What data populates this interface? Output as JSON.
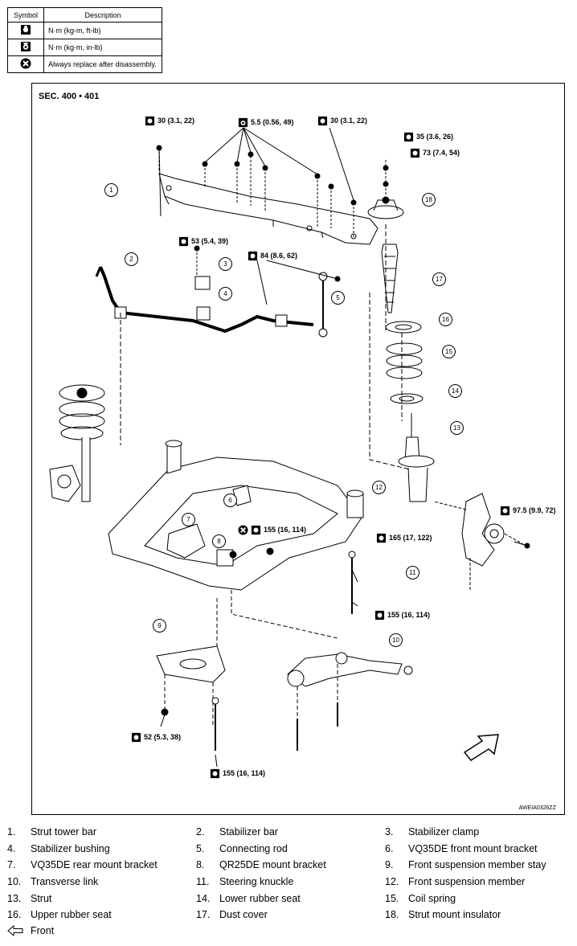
{
  "legend": {
    "header_symbol": "Symbol",
    "header_description": "Description",
    "rows": [
      {
        "icon": "torque-wrench-icon",
        "text": "N·m (kg-m, ft-lb)"
      },
      {
        "icon": "torque-wrench-inlb-icon",
        "text": "N·m (kg-m, in-lb)"
      },
      {
        "icon": "replace-x-icon",
        "text": "Always replace after disassembly."
      }
    ]
  },
  "figure": {
    "section": "SEC. 400 • 401",
    "code": "AWEIA0326ZZ",
    "torques": [
      "30 (3.1, 22)",
      "5.5 (0.56, 49)",
      "30 (3.1, 22)",
      "35 (3.6, 26)",
      "73 (7.4, 54)",
      "53 (5.4, 39)",
      "84 (8.6, 62)",
      "155 (16, 114)",
      "97.5 (9.9, 72)",
      "165 (17, 122)",
      "155 (16, 114)",
      "52 (5.3, 38)",
      "155 (16, 114)"
    ],
    "callouts": [
      "1",
      "2",
      "3",
      "4",
      "5",
      "6",
      "7",
      "8",
      "9",
      "10",
      "11",
      "12",
      "13",
      "14",
      "15",
      "16",
      "17",
      "18"
    ]
  },
  "parts": [
    {
      "n": "1.",
      "label": "Strut tower bar"
    },
    {
      "n": "2.",
      "label": "Stabilizer bar"
    },
    {
      "n": "3.",
      "label": "Stabilizer clamp"
    },
    {
      "n": "4.",
      "label": "Stabilizer bushing"
    },
    {
      "n": "5.",
      "label": "Connecting rod"
    },
    {
      "n": "6.",
      "label": "VQ35DE front mount bracket"
    },
    {
      "n": "7.",
      "label": "VQ35DE rear mount bracket"
    },
    {
      "n": "8.",
      "label": "QR25DE mount bracket"
    },
    {
      "n": "9.",
      "label": "Front suspension member stay"
    },
    {
      "n": "10.",
      "label": "Transverse link"
    },
    {
      "n": "11.",
      "label": "Steering knuckle"
    },
    {
      "n": "12.",
      "label": "Front suspension member"
    },
    {
      "n": "13.",
      "label": "Strut"
    },
    {
      "n": "14.",
      "label": "Lower rubber seat"
    },
    {
      "n": "15.",
      "label": "Coil spring"
    },
    {
      "n": "16.",
      "label": "Upper rubber seat"
    },
    {
      "n": "17.",
      "label": "Dust cover"
    },
    {
      "n": "18.",
      "label": "Strut mount insulator"
    }
  ],
  "front_legend": {
    "icon": "front-arrow-icon",
    "label": "Front"
  }
}
